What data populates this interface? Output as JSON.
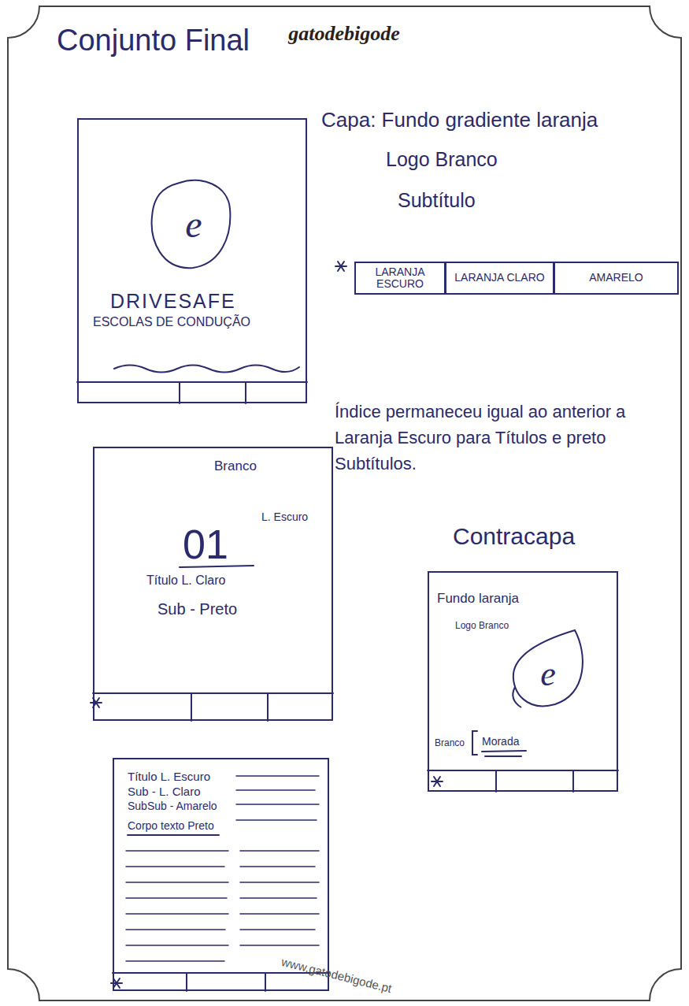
{
  "diagram": {
    "title": "Conjunto Final",
    "nodes": [
      {
        "text": [
          "DRIVESAFE",
          "ESCOLAS DE CONDUÇÃO"
        ]
      },
      {
        "text": [
          "e"
        ],
        "in": 0
      },
      {
        "text": [
          "LARANJA ESCURO"
        ]
      },
      {
        "text": [
          "LARANJA CLARO"
        ]
      },
      {
        "text": [
          "AMARELO"
        ]
      },
      {
        "text": [
          "Branco",
          "01",
          "L. Escuro",
          "Título L. Claro",
          "Sub - Preto"
        ]
      },
      {
        "text": [
          "Contracapa",
          "Fundo laranja",
          "Branco",
          "Morada"
        ]
      },
      {
        "text": [
          "Logo Branco",
          "e"
        ],
        "in": 6
      },
      {
        "text": [
          "Título L. Escuro",
          "Sub - L. Claro",
          "SubSub - Amarelo",
          "Corpo texto Preto"
        ]
      }
    ],
    "labels": [
      "gatodebigode",
      "Capa: Fundo gradiente laranja",
      "Logo Branco",
      "Subtítulo",
      "Índice permaneceu igual ao anterior a Laranja Escuro para Títulos e preto Subtítulos.",
      "www.gatodebigode.pt"
    ]
  }
}
